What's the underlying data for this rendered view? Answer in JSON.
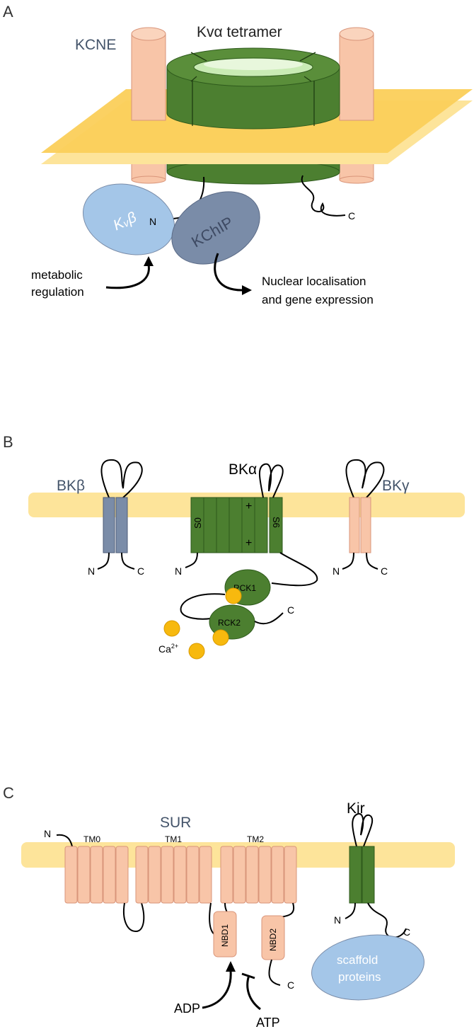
{
  "panelA": {
    "letter": "A",
    "kcne": "KCNE",
    "tetramer": "Kvα tetramer",
    "kvbeta": "Kᵥβ",
    "kchip": "KChIP",
    "n": "N",
    "c": "C",
    "metabolic1": "metabolic",
    "metabolic2": "regulation",
    "nuclear1": "Nuclear localisation",
    "nuclear2": "and gene expression"
  },
  "panelB": {
    "letter": "B",
    "bkalpha": "BKα",
    "bkbeta": "BKβ",
    "bkgamma": "BKγ",
    "s0": "S0",
    "s6": "S6",
    "plus": "+",
    "rck1": "RCK1",
    "rck2": "RCK2",
    "ca": "Ca",
    "ca_sup": "2+",
    "n": "N",
    "c": "C"
  },
  "panelC": {
    "letter": "C",
    "sur": "SUR",
    "kir": "Kir",
    "tm0": "TM0",
    "tm1": "TM1",
    "tm2": "TM2",
    "nbd1": "NBD1",
    "nbd2": "NBD2",
    "adp": "ADP",
    "atp": "ATP",
    "scaffold1": "scaffold",
    "scaffold2": "proteins",
    "n": "N",
    "c": "C"
  },
  "colors": {
    "membrane": "#fde49a",
    "membrane_top": "#fbcf5a",
    "salmon": "#f8c5a8",
    "salmon_stroke": "#d9957a",
    "green": "#4c7f30",
    "green_dark": "#2e5a1c",
    "blue_light": "#a4c6e8",
    "blue_gray": "#7a8ca8",
    "calcium": "#f7b90e",
    "label_gray": "#44546a"
  }
}
